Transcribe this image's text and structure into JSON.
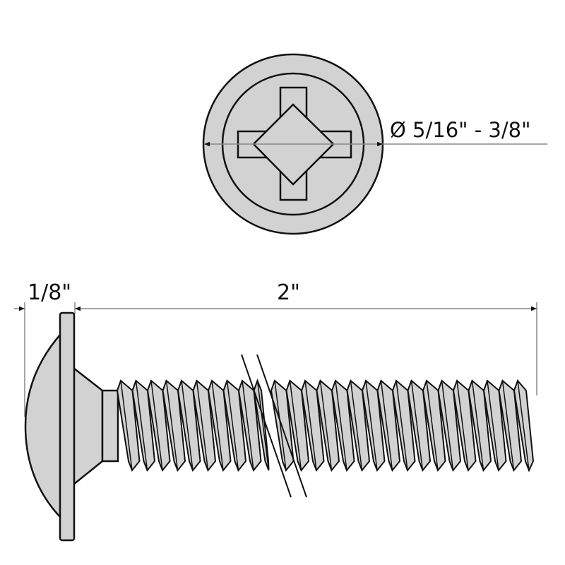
{
  "top_view": {
    "diameter_label": "Ø 5/16\" - 3/8\""
  },
  "side_view": {
    "head_thickness_label": "1/8\"",
    "length_label": "2\""
  },
  "colors": {
    "fill": "#d2d2d2",
    "stroke": "#111111",
    "dim_line": "#888888"
  }
}
